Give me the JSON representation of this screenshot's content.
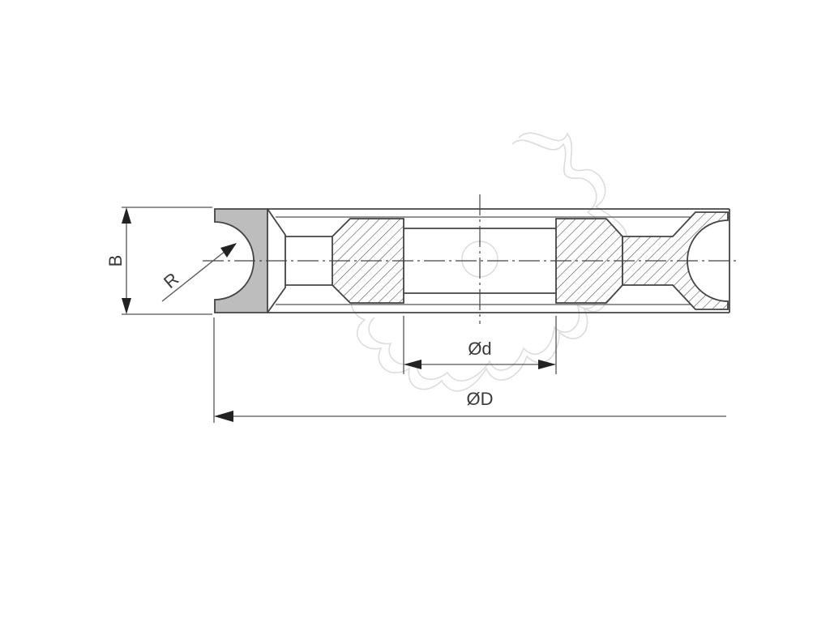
{
  "diagram": {
    "labels": {
      "width": "B",
      "radius": "R",
      "bore_diameter": "Ød",
      "outer_diameter": "ØD"
    },
    "colors": {
      "line": "#444444",
      "profile_fill": "#bdbdbd",
      "hatch": "#555555",
      "watermark": "#dcdcdc",
      "background": "#ffffff"
    }
  }
}
